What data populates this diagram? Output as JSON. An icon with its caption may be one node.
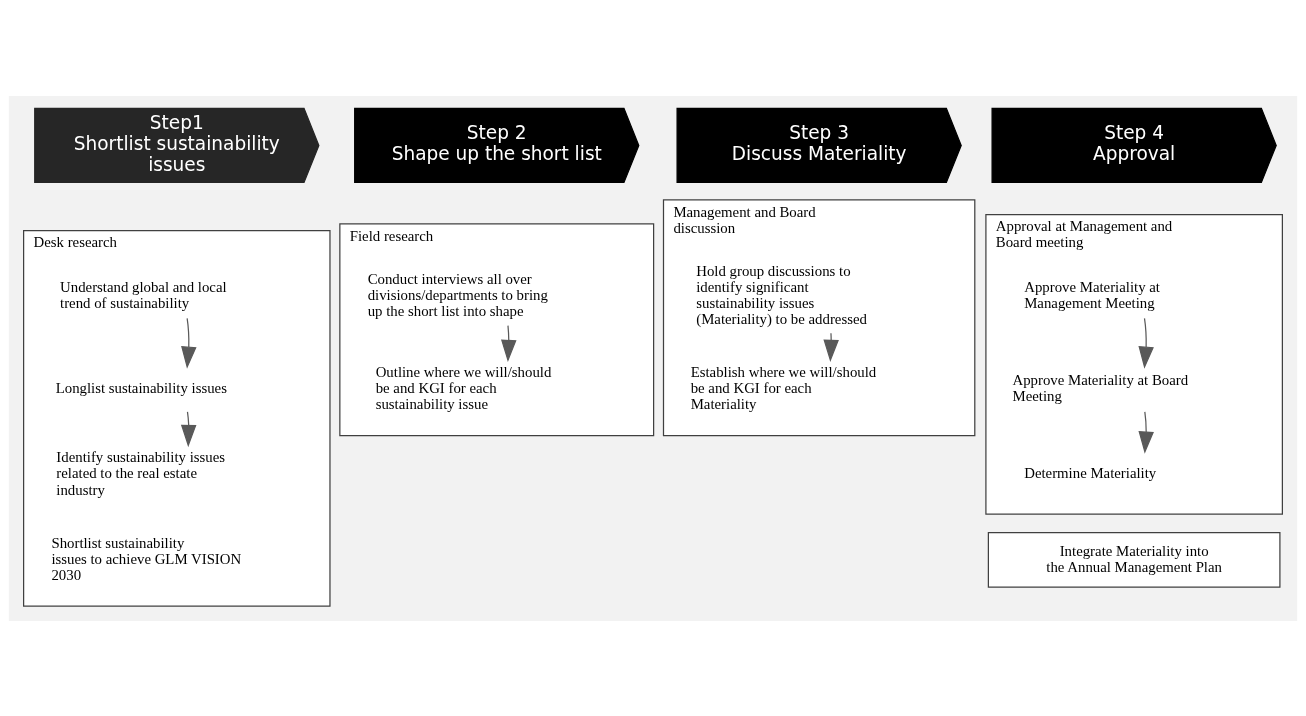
{
  "diagram": {
    "nodes": [
      {
        "text": [
          "Step1",
          "Shortlist sustainability issues"
        ]
      },
      {
        "text": [
          "Step 2",
          "Shape up the short list"
        ]
      },
      {
        "text": [
          "Step 3",
          "Discuss Materiality"
        ]
      },
      {
        "text": [
          "Step 4",
          "Approval"
        ]
      },
      {
        "text": [
          "Desk research"
        ]
      },
      {
        "text": [
          "Understand global and local trend of sustainability"
        ],
        "in": 4
      },
      {
        "text": [
          "Longlist sustainability issues"
        ],
        "in": 4
      },
      {
        "text": [
          "Identify sustainability issues related to the real estate industry"
        ],
        "in": 4
      },
      {
        "text": [
          "Shortlist sustainability issues to achieve GLM VISION 2030"
        ],
        "in": 4
      },
      {
        "text": [
          "Field research"
        ]
      },
      {
        "text": [
          "Conduct interviews all over divisions/departments to bring up the short list into shape"
        ],
        "in": 9
      },
      {
        "text": [
          "Outline where we will/should be and KGI for each sustainability issue"
        ],
        "in": 9
      },
      {
        "text": [
          "Management and Board discussion"
        ]
      },
      {
        "text": [
          "Hold group discussions to identify significant sustainability issues (Materiality) to be addressed"
        ],
        "in": 12
      },
      {
        "text": [
          "Establish where we will/should be and KGI for each Materiality"
        ],
        "in": 12
      },
      {
        "text": [
          "Approval at Management and Board meeting"
        ]
      },
      {
        "text": [
          "Approve Materiality at Management Meeting"
        ],
        "in": 15
      },
      {
        "text": [
          "Approve Materiality at Board Meeting"
        ],
        "in": 15
      },
      {
        "text": [
          "Determine Materiality"
        ],
        "in": 15
      },
      {
        "text": [
          "Integrate Materiality into the Annual Management Plan"
        ]
      }
    ],
    "edges": [
      {
        "from": 5,
        "to": 6,
        "arrow": "to"
      },
      {
        "from": 6,
        "to": 7,
        "arrow": "to"
      },
      {
        "from": 10,
        "to": 11,
        "arrow": "to"
      },
      {
        "from": 13,
        "to": 14,
        "arrow": "to"
      },
      {
        "from": 16,
        "to": 17,
        "arrow": "to"
      },
      {
        "from": 17,
        "to": 18,
        "arrow": "to"
      }
    ]
  }
}
